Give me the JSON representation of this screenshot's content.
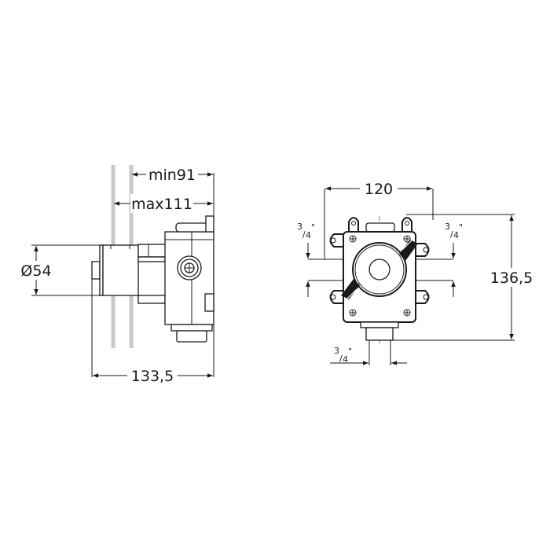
{
  "drawing": {
    "type": "technical dimension drawing",
    "subject": "concealed shower mixer body",
    "line_color": "#1a1a1a",
    "wall_color": "#c8c8c8",
    "background": "#ffffff"
  },
  "side_view": {
    "dimensions": {
      "min_depth": "min91",
      "max_depth": "max111",
      "diameter": "Ø54",
      "total_length": "133,5"
    }
  },
  "front_view": {
    "dimensions": {
      "width": "120",
      "height": "136,5",
      "inlet_left": "3/4\"",
      "inlet_right": "3/4\"",
      "outlet_bottom": "3/4\""
    },
    "fraction": {
      "numerator": "3",
      "denominator": "4",
      "inch_mark": "\""
    }
  }
}
